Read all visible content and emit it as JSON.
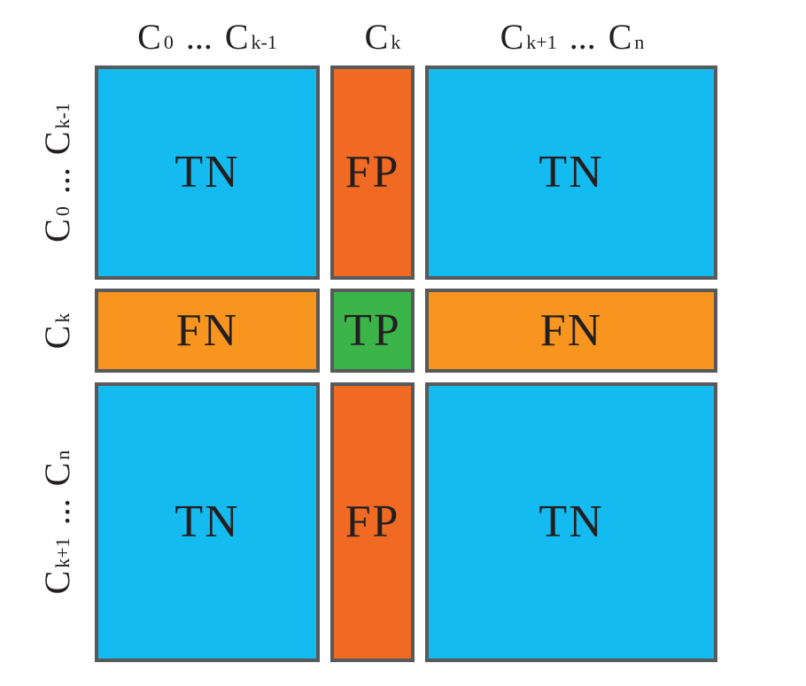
{
  "colors": {
    "tn": "#13bbf0",
    "fp": "#f06a24",
    "fn": "#f7951f",
    "tp": "#3bb44a",
    "border": "#58595b",
    "text": "#231f20"
  },
  "column_headers": [
    {
      "first": "C",
      "first_sub": "0",
      "ellipsis": "...",
      "last": "C",
      "last_sub": "k-1"
    },
    {
      "first": "C",
      "first_sub": "k"
    },
    {
      "first": "C",
      "first_sub": "k+1",
      "ellipsis": "...",
      "last": "C",
      "last_sub": "n"
    }
  ],
  "row_headers": [
    {
      "first": "C",
      "first_sub": "0",
      "ellipsis": "...",
      "last": "C",
      "last_sub": "k-1"
    },
    {
      "first": "C",
      "first_sub": "k"
    },
    {
      "first": "C",
      "first_sub": "k+1",
      "ellipsis": "...",
      "last": "C",
      "last_sub": "n"
    }
  ],
  "cells": {
    "r0c0": "TN",
    "r0c1": "FP",
    "r0c2": "TN",
    "r1c0": "FN",
    "r1c1": "TP",
    "r1c2": "FN",
    "r2c0": "TN",
    "r2c1": "FP",
    "r2c2": "TN"
  }
}
